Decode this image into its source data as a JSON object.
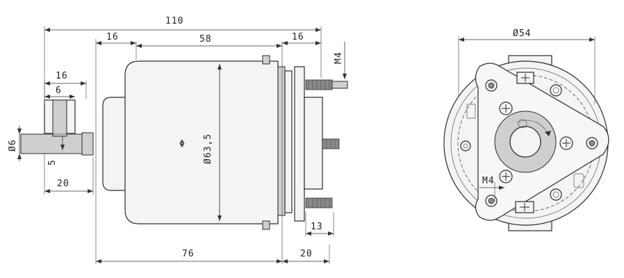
{
  "dimensions": {
    "overall_length": "110",
    "left_section": "16",
    "body_length": "58",
    "right_section": "16",
    "shaft_section": "16",
    "shaft_key": "6",
    "shaft_diameter": "Ø6",
    "shaft_flat": "5",
    "shaft_length": "20",
    "body_diameter": "Ø63,5",
    "housing_length": "76",
    "terminal_length": "20",
    "stud_length": "13",
    "side_thread": "M4",
    "front_diameter": "Ø54",
    "front_thread": "M4"
  }
}
